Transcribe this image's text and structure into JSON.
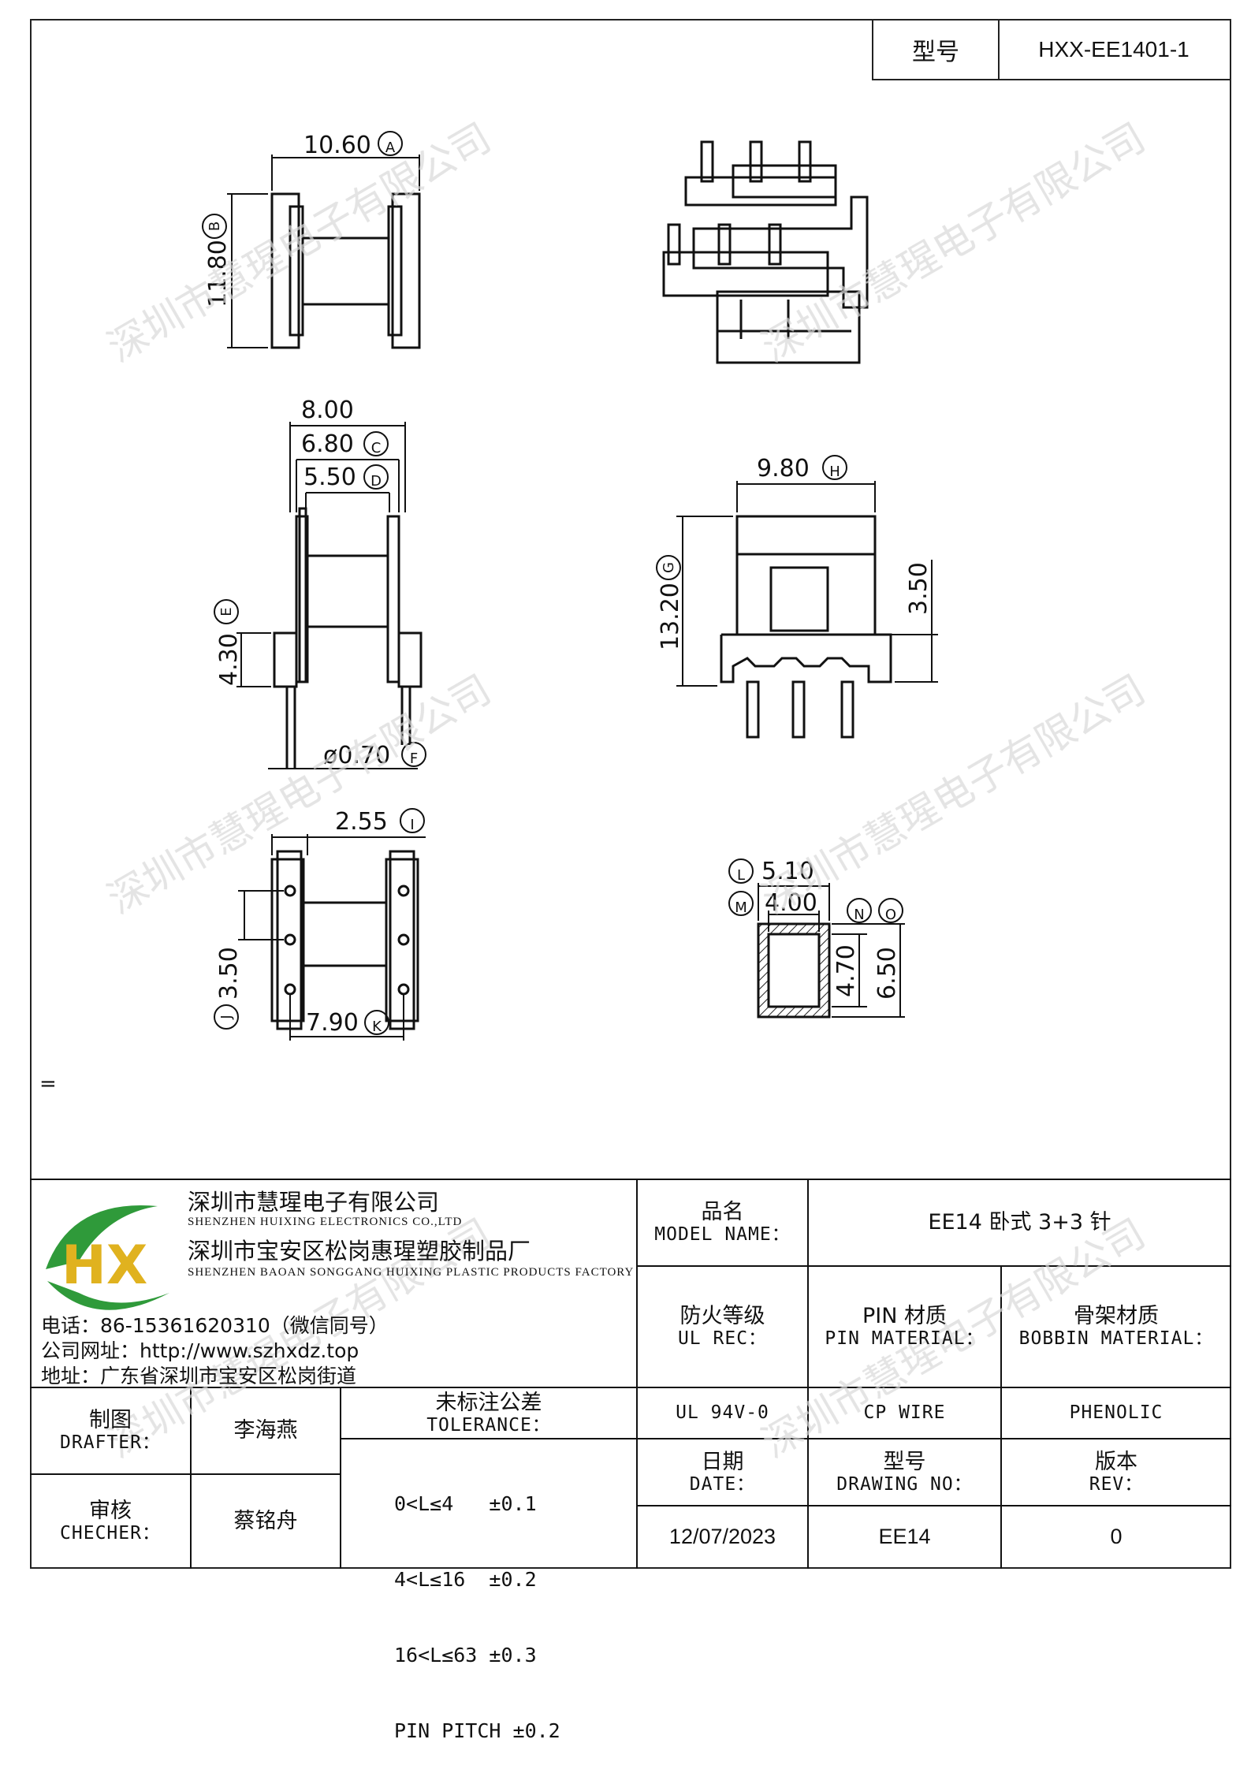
{
  "header": {
    "label": "型号",
    "value": "HXX-EE1401-1"
  },
  "watermark": "深圳市慧瑆电子有限公司",
  "dimensions": {
    "a": "10.60",
    "a_tag": "A",
    "b": "11.80",
    "b_tag": "B",
    "w800": "8.00",
    "c": "6.80",
    "c_tag": "C",
    "d": "5.50",
    "d_tag": "D",
    "e": "4.30",
    "e_tag": "E",
    "f": "ø0.70",
    "f_tag": "F",
    "h": "9.80",
    "h_tag": "H",
    "g": "13.20",
    "g_tag": "G",
    "h350": "3.50",
    "i": "2.55",
    "i_tag": "I",
    "j": "3.50",
    "j_tag": "J",
    "k": "7.90",
    "k_tag": "K",
    "l": "5.10",
    "l_tag": "L",
    "m": "4.00",
    "m_tag": "M",
    "n": "4.70",
    "n_tag": "N",
    "o": "6.50",
    "o_tag": "O"
  },
  "note_mark": "=",
  "company": {
    "logo_text": "HX",
    "name_cn": "深圳市慧瑆电子有限公司",
    "name_en": "SHENZHEN HUIXING ELECTRONICS CO.,LTD",
    "factory_cn": "深圳市宝安区松岗惠瑆塑胶制品厂",
    "factory_en": "SHENZHEN BAOAN SONGGANG HUIXING PLASTIC PRODUCTS FACTORY",
    "phone": "电话：86-15361620310（微信同号）",
    "website": "公司网址：http://www.szhxdz.top",
    "address": "地址：广东省深圳市宝安区松岗街道"
  },
  "titleblock": {
    "model_name_cn": "品名",
    "model_name_en": "MODEL NAME：",
    "model_value": "EE14 卧式 3+3 针",
    "ul_cn": "防火等级",
    "ul_en": "UL REC：",
    "pin_cn": "PIN 材质",
    "pin_en": "PIN MATERIAL：",
    "bobbin_cn": "骨架材质",
    "bobbin_en": "BOBBIN MATERIAL：",
    "drafter_cn": "制图",
    "drafter_en": "DRAFTER：",
    "drafter_value": "李海燕",
    "tol_cn": "未标注公差",
    "tol_en": "TOLERANCE：",
    "ul_value": "UL 94V-0",
    "pin_value": "CP WIRE",
    "bobbin_value": "PHENOLIC",
    "checker_cn": "审核",
    "checker_en": "CHECHER：",
    "checker_value": "蔡铭舟",
    "tol_lines": [
      "0<L≤4   ±0.1",
      "4<L≤16  ±0.2",
      "16<L≤63 ±0.3",
      "PIN PITCH ±0.2"
    ],
    "date_cn": "日期",
    "date_en": "DATE：",
    "date_value": "12/07/2023",
    "dwg_cn": "型号",
    "dwg_en": "DRAWING NO：",
    "dwg_value": "EE14",
    "rev_cn": "版本",
    "rev_en": "REV：",
    "rev_value": "0"
  }
}
